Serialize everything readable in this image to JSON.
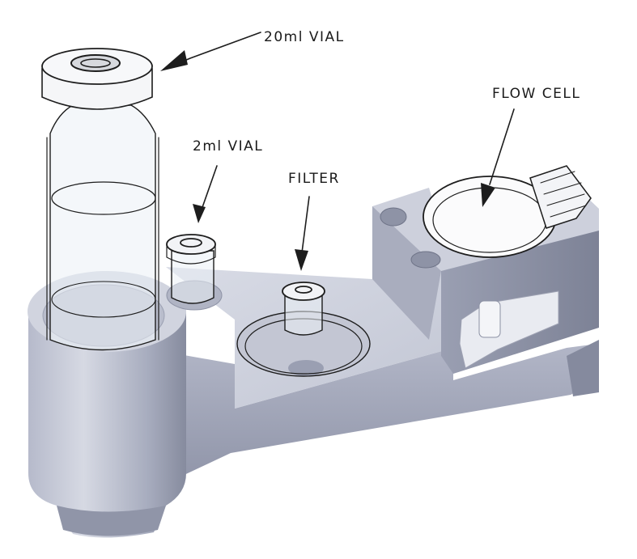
{
  "labels": {
    "vial_20ml": "20ml VIAL",
    "vial_2ml": "2ml VIAL",
    "filter": "FILTER",
    "flow_cell": "FLOW CELL"
  },
  "colors": {
    "body_light": "#c9ccd8",
    "body_mid": "#a9adbd",
    "body_dark": "#8c91a4",
    "body_shadow": "#777c90",
    "ink": "#1d1d1d"
  }
}
